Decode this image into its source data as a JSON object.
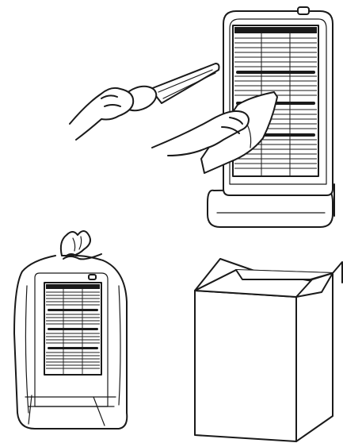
{
  "scenes": [
    {
      "id": "cleaning",
      "description_icon": "heater-cleaning-with-brush-and-cloth"
    },
    {
      "id": "bagged",
      "description_icon": "heater-covered-in-plastic-bag"
    },
    {
      "id": "boxed",
      "description_icon": "cardboard-storage-box"
    }
  ],
  "colors": {
    "line": "#1a1a1a",
    "background": "#ffffff"
  }
}
